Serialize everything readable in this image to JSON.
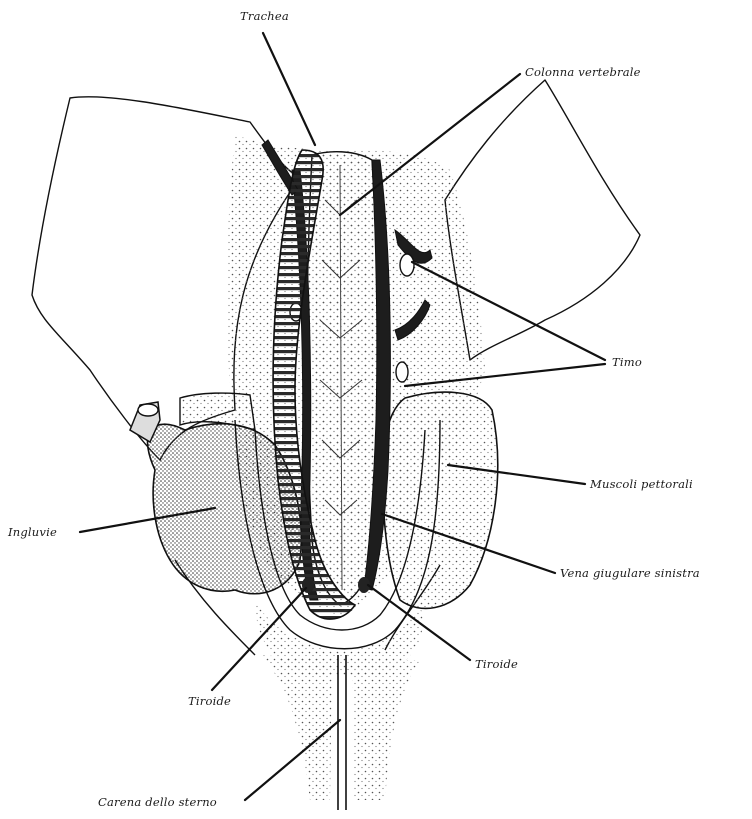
{
  "labels": {
    "trachea": "Trachea",
    "colonna": "Colonna vertebrale",
    "timo": "Timo",
    "muscoli": "Muscoli pettorali",
    "ingluvie": "Ingluvie",
    "vena": "Vena giugulare sinistra",
    "tiroide_right": "Tiroide",
    "tiroide_left": "Tiroide",
    "carena": "Carena dello sterno"
  }
}
